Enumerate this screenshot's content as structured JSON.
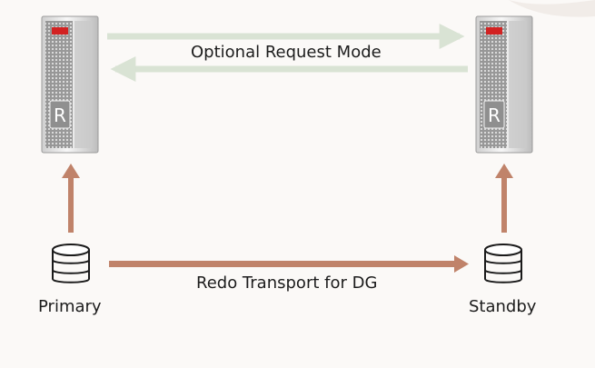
{
  "diagram": {
    "request_mode_label": "Optional Request Mode",
    "redo_transport_label": "Redo Transport for DG",
    "primary_label": "Primary",
    "standby_label": "Standby",
    "server_badge_letter": "R",
    "colors": {
      "background": "#fbf9f7",
      "request_arrow": "#d9e3d4",
      "transport_arrow": "#c0836a",
      "server_body": "#eeeeee",
      "server_panel": "#a9a9a9",
      "text": "#1c1c1c"
    }
  }
}
